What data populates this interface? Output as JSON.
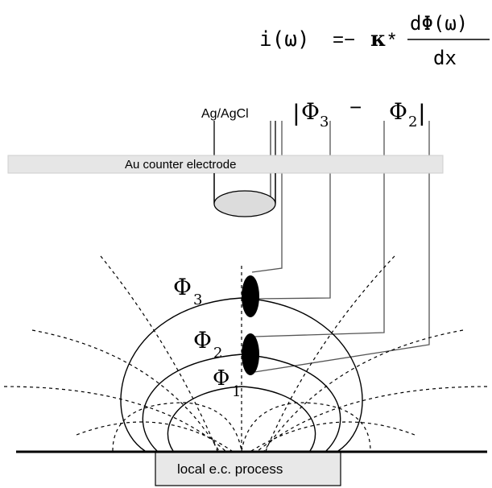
{
  "equation": {
    "lhs": "i(ω)",
    "equals_minus": "=−",
    "kappa": "κ",
    "star": "*",
    "numerator": "dΦ(ω)",
    "denominator": "dx"
  },
  "labels": {
    "reference_electrode": "Ag/AgCl",
    "diff_bar_left": "|",
    "diff_phi3": "Φ",
    "diff_phi3_sub": "3",
    "diff_minus": "−",
    "diff_phi2": "Φ",
    "diff_phi2_sub": "2",
    "diff_bar_right": "|",
    "counter_electrode": "Au counter electrode",
    "phi3": "Φ",
    "phi3_sub": "3",
    "phi2": "Φ",
    "phi2_sub": "2",
    "phi1": "Φ",
    "phi1_sub": "1",
    "process": "local e.c. process"
  },
  "colors": {
    "ink": "#000000",
    "counter_band": "#e6e6e6",
    "process_box": "#e8e8e8",
    "electrode_cap": "#dcdcdc",
    "wire": "#555555"
  }
}
